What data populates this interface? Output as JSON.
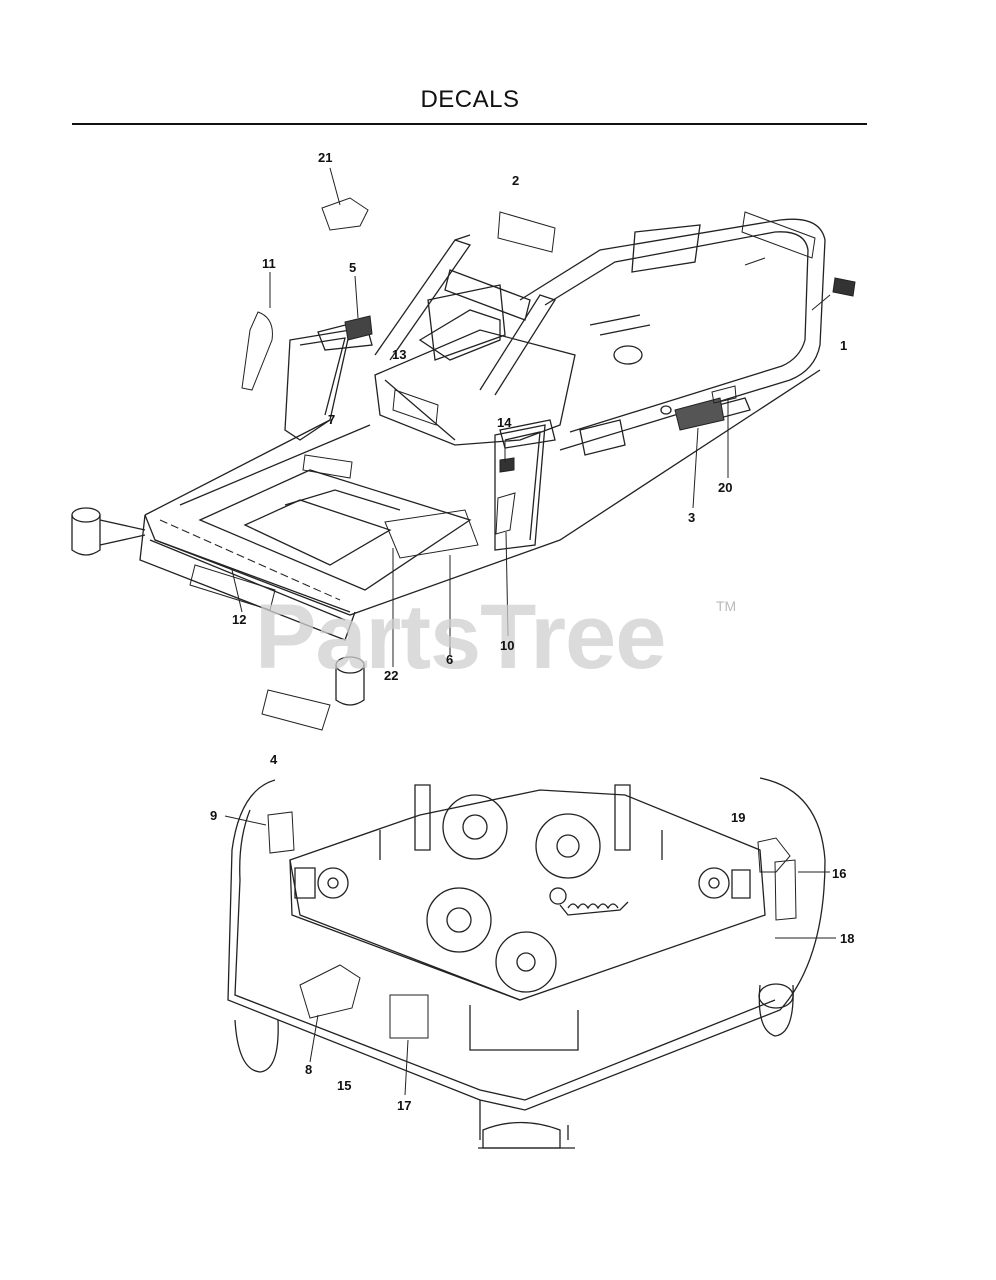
{
  "title": "DECALS",
  "watermark": {
    "text": "PartsTree",
    "trademark": "TM"
  },
  "callouts": [
    {
      "id": "c21",
      "label": "21"
    },
    {
      "id": "c2",
      "label": "2"
    },
    {
      "id": "c11",
      "label": "11"
    },
    {
      "id": "c5",
      "label": "5"
    },
    {
      "id": "c1",
      "label": "1"
    },
    {
      "id": "c13",
      "label": "13"
    },
    {
      "id": "c7",
      "label": "7"
    },
    {
      "id": "c14",
      "label": "14"
    },
    {
      "id": "c20",
      "label": "20"
    },
    {
      "id": "c3",
      "label": "3"
    },
    {
      "id": "c12",
      "label": "12"
    },
    {
      "id": "c22",
      "label": "22"
    },
    {
      "id": "c6",
      "label": "6"
    },
    {
      "id": "c10",
      "label": "10"
    },
    {
      "id": "c4",
      "label": "4"
    },
    {
      "id": "c9",
      "label": "9"
    },
    {
      "id": "c19",
      "label": "19"
    },
    {
      "id": "c16",
      "label": "16"
    },
    {
      "id": "c18",
      "label": "18"
    },
    {
      "id": "c8",
      "label": "8"
    },
    {
      "id": "c15",
      "label": "15"
    },
    {
      "id": "c17",
      "label": "17"
    }
  ]
}
